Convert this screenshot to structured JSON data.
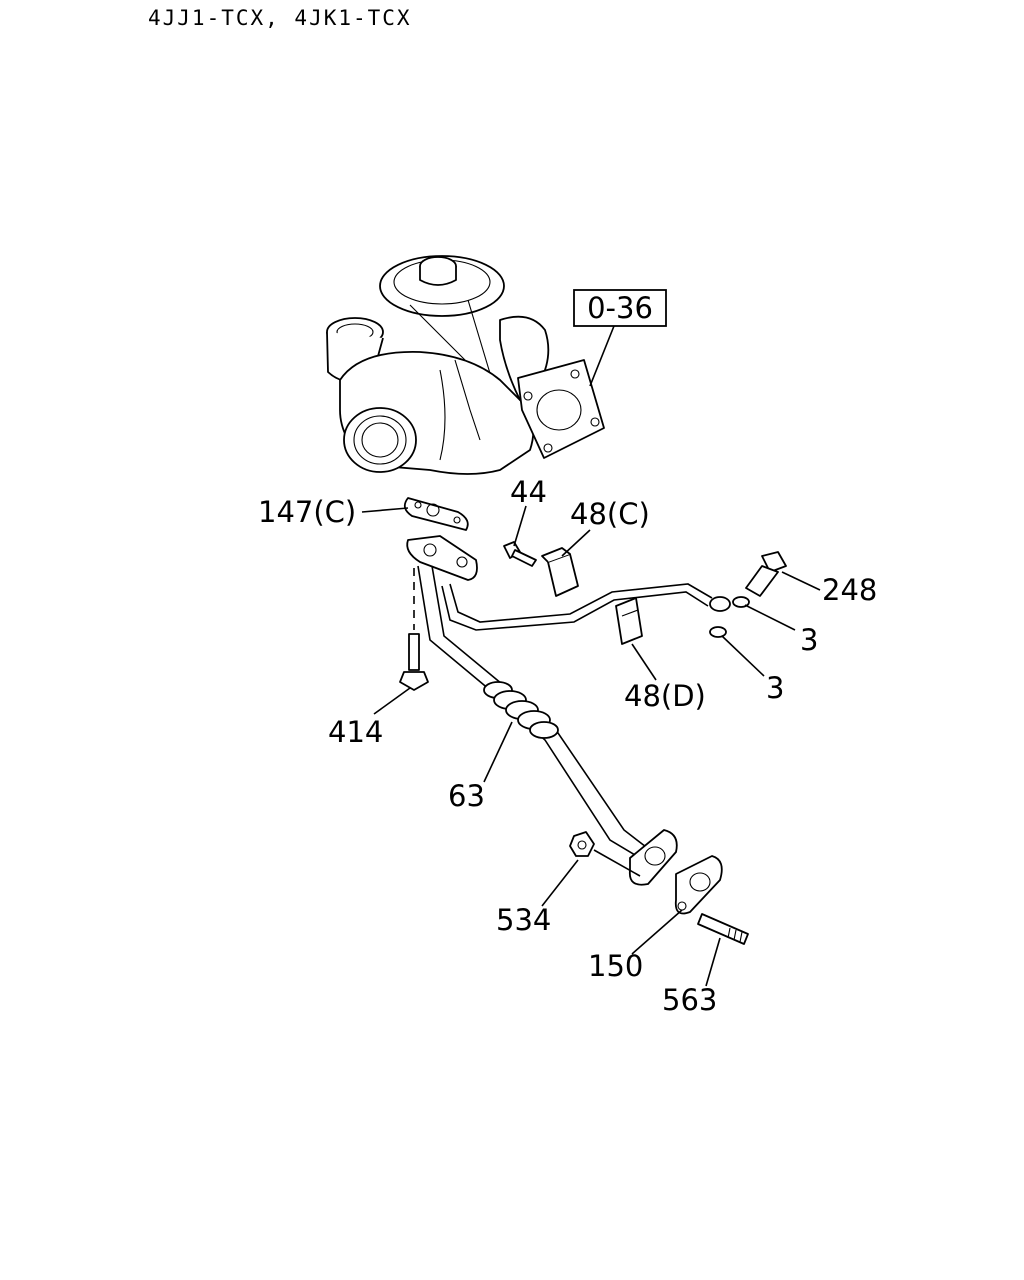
{
  "header": {
    "models": "4JJ1-TCX, 4JK1-TCX"
  },
  "callouts": {
    "turbo_ref": "0-36",
    "gasket_147c": "147(C)",
    "bolt_44": "44",
    "clip_48c": "48(C)",
    "bolt_248": "248",
    "washer_3a": "3",
    "washer_3b": "3",
    "clip_48d": "48(D)",
    "bolt_414": "414",
    "pipe_63": "63",
    "nut_534": "534",
    "gasket_150": "150",
    "stud_563": "563"
  }
}
